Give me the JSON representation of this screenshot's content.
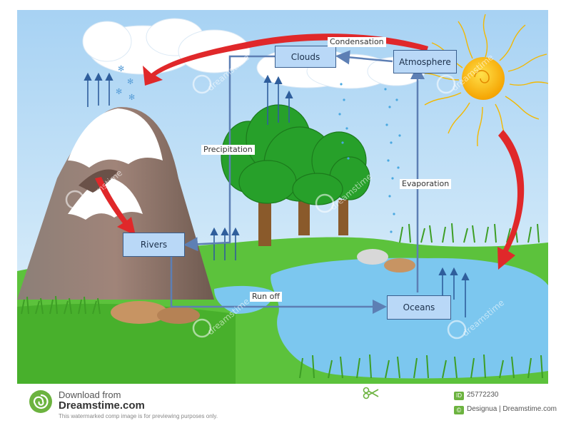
{
  "diagram": {
    "nodes": {
      "clouds": "Clouds",
      "atmosphere": "Atmosphere",
      "rivers": "Rivers",
      "oceans": "Oceans"
    },
    "labels": {
      "condensation": "Condensation",
      "precipitation": "Precipitation",
      "evaporation": "Evaporation",
      "run_off": "Run off"
    },
    "watermark": "dreamstime"
  },
  "footer": {
    "download_from": "Download from",
    "site": "Dreamstime.com",
    "notice": "This watermarked comp image is for previewing purposes only.",
    "id_badge": "ID",
    "id_value": "25772230",
    "credit_badge": "©",
    "credit": "Designua | Dreamstime.com"
  },
  "colors": {
    "sky": "#bfe0f5",
    "grass": "#5cc23c",
    "water": "#7cc7ef",
    "box_fill": "#b9d8f7",
    "box_border": "#3a5f8f",
    "arrow_red": "#e0282a",
    "flow_line": "#5d7fb4"
  }
}
